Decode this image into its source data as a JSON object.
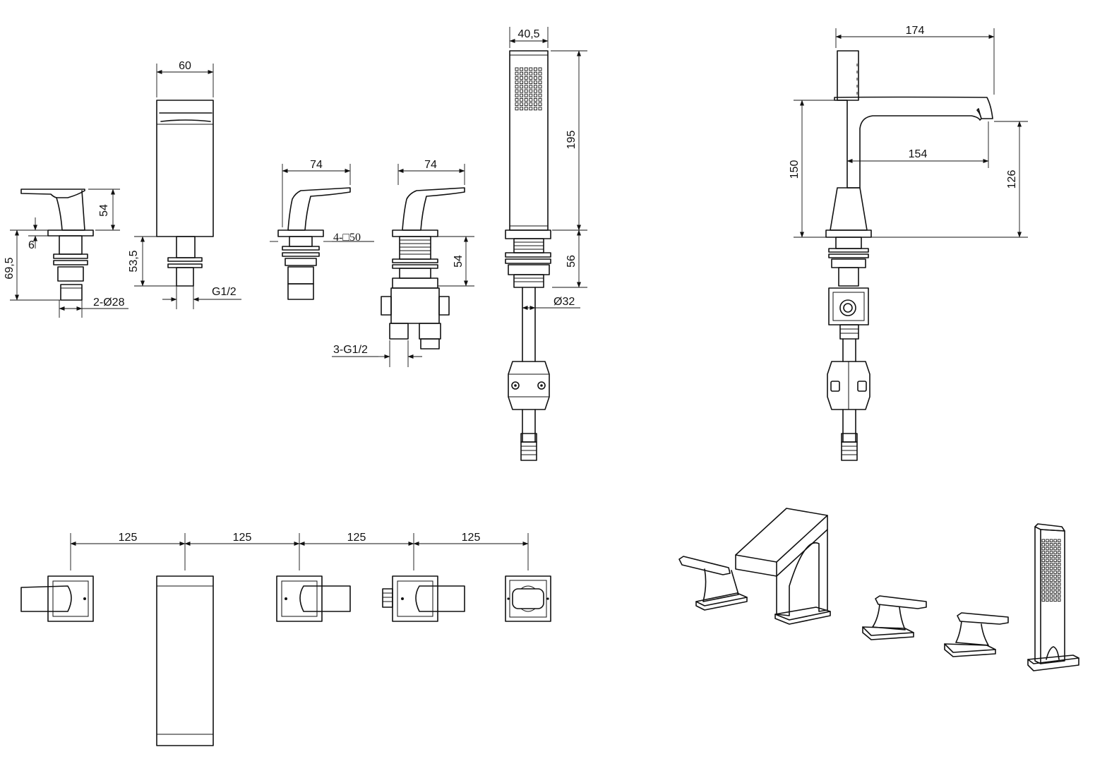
{
  "colors": {
    "stroke": "#111111",
    "background": "#ffffff"
  },
  "labels": {
    "lever_a": {
      "height": "54",
      "plate": "6",
      "total": "69,5",
      "hole": "2-Ø28"
    },
    "spout_side": {
      "width": "60",
      "thread": "53,5",
      "connection": "G1/2"
    },
    "lever_b": {
      "width": "74",
      "plate": "4-□50"
    },
    "diverter": {
      "width": "74",
      "thread_height": "54",
      "connections": "3-G1/2"
    },
    "handshower": {
      "width": "40,5",
      "height": "195",
      "mount_height": "56",
      "hole": "Ø32"
    },
    "spout_front": {
      "width": "174",
      "height": "150",
      "reach": "154",
      "outlet_height": "126"
    },
    "plan_view": {
      "spacings": [
        "125",
        "125",
        "125",
        "125"
      ]
    }
  }
}
